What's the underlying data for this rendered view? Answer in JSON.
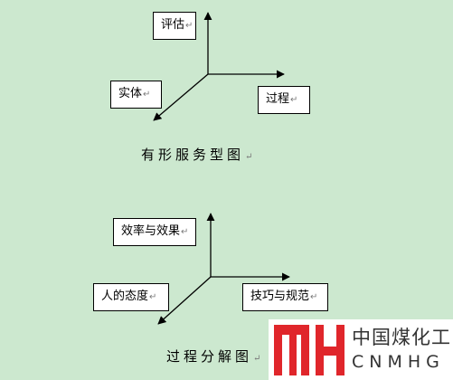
{
  "diagram_1": {
    "labels": {
      "evaluation": "评估",
      "entity": "实体",
      "process": "过程"
    },
    "caption": "有形服务型图"
  },
  "diagram_2": {
    "labels": {
      "efficiency": "效率与效果",
      "attitude": "人的态度",
      "skills": "技巧与规范"
    },
    "caption": "过程分解图"
  },
  "paragraph_mark": "↵",
  "logo": {
    "cn_name": "中国煤化工",
    "en_name": "CNMHG",
    "brand_color": "#e0262b"
  },
  "colors": {
    "background": "#cce8cf",
    "line": "#000000"
  }
}
